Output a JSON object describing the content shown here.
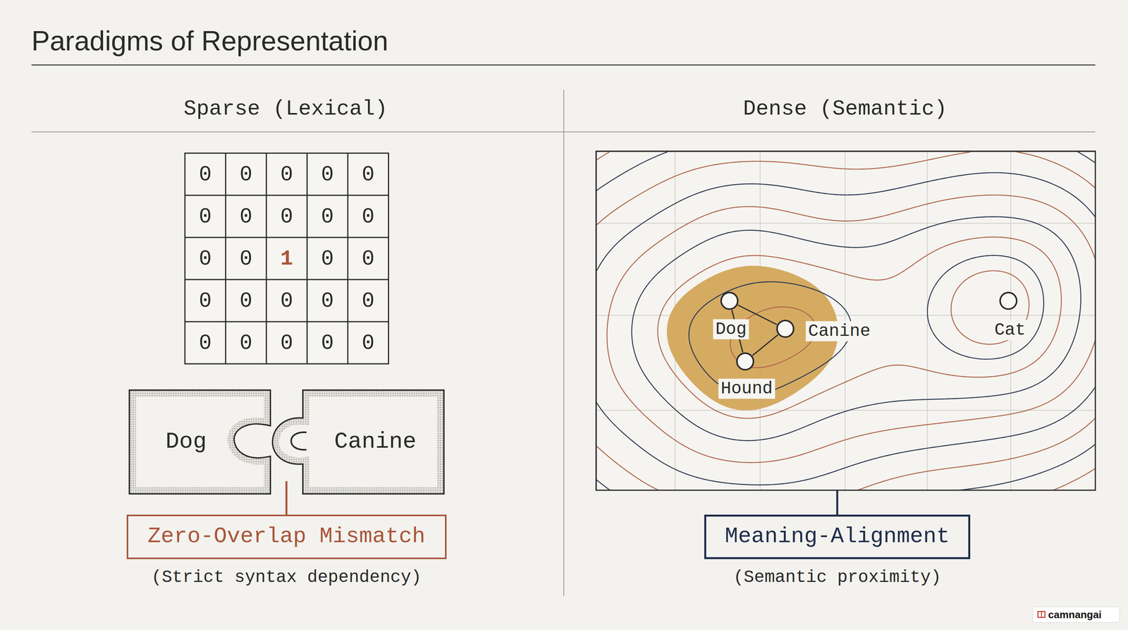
{
  "diagram": {
    "title": "Paradigms of Representation",
    "nodes": [
      {
        "text": [
          "Dog"
        ]
      },
      {
        "text": [
          "Canine"
        ]
      },
      {
        "text": [
          "Zero-Overlap Mismatch"
        ]
      },
      {
        "text": [
          "Dog"
        ]
      },
      {
        "text": [
          "Canine"
        ]
      },
      {
        "text": [
          "Hound"
        ]
      },
      {
        "text": [
          "Cat"
        ]
      },
      {
        "text": [
          "Meaning-Alignment"
        ]
      }
    ],
    "edges": [
      {
        "from": 3,
        "to": 4,
        "arrow": "none"
      },
      {
        "from": 3,
        "to": 5,
        "arrow": "none"
      },
      {
        "from": 5,
        "to": 4,
        "arrow": "none"
      }
    ],
    "labels": [
      "Sparse (Lexical)",
      "0",
      "0",
      "0",
      "0",
      "0",
      "0",
      "0",
      "0",
      "0",
      "0",
      "0",
      "0",
      "1",
      "0",
      "0",
      "0",
      "0",
      "0",
      "0",
      "0",
      "0",
      "0",
      "0",
      "0",
      "0",
      "(Strict syntax dependency)",
      "Dense (Semantic)",
      "(Semantic proximity)",
      "camnangai"
    ]
  }
}
